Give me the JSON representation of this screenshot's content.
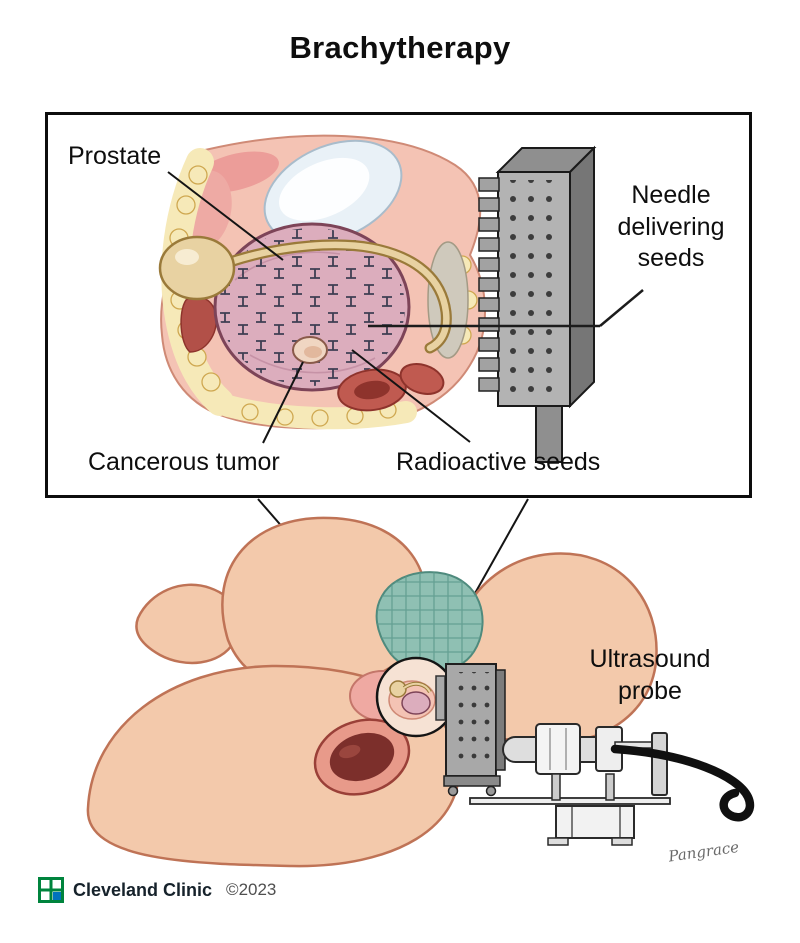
{
  "title": "Brachytherapy",
  "inset": {
    "prostate_label": "Prostate",
    "needle_label": "Needle delivering seeds",
    "tumor_label": "Cancerous tumor",
    "seeds_label": "Radioactive seeds"
  },
  "figure": {
    "ultrasound_label": "Ultrasound probe"
  },
  "footer": {
    "brand": "Cleveland Clinic",
    "copyright": "©2023"
  },
  "signature": "Pangrace",
  "colors": {
    "skin": "#f3c9ab",
    "skin_outline": "#bf7356",
    "fat": "#f6e9b8",
    "tissue_pink": "#f4c3b4",
    "prostate": "#dcadbd",
    "bladder_tan": "#e8d2a2",
    "deep_red": "#b25048",
    "device_gray": "#a8a8a8",
    "teal_cloth": "#8fc0b3",
    "cable_black": "#101010",
    "brand_green": "#00843d",
    "brand_blue": "#0073bc"
  }
}
